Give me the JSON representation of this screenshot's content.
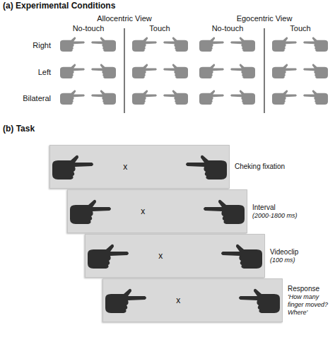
{
  "diagram": {
    "nodes": [
      {
        "text": [
          "x",
          "Cheking fixation"
        ]
      },
      {
        "text": [
          "x",
          "Interval",
          "(2000-1800 ms)"
        ]
      },
      {
        "text": [
          "x",
          "Videoclip",
          "(100 ms)"
        ]
      },
      {
        "text": [
          "x",
          "Response",
          "'How many finger moved? Where'"
        ]
      }
    ],
    "labels": [
      "(a) Experimental Conditions",
      "Allocentric View",
      "Egocentric View",
      "No-touch",
      "Touch",
      "No-touch",
      "Touch",
      "Right",
      "Left",
      "Bilateral",
      "(b) Task"
    ]
  }
}
